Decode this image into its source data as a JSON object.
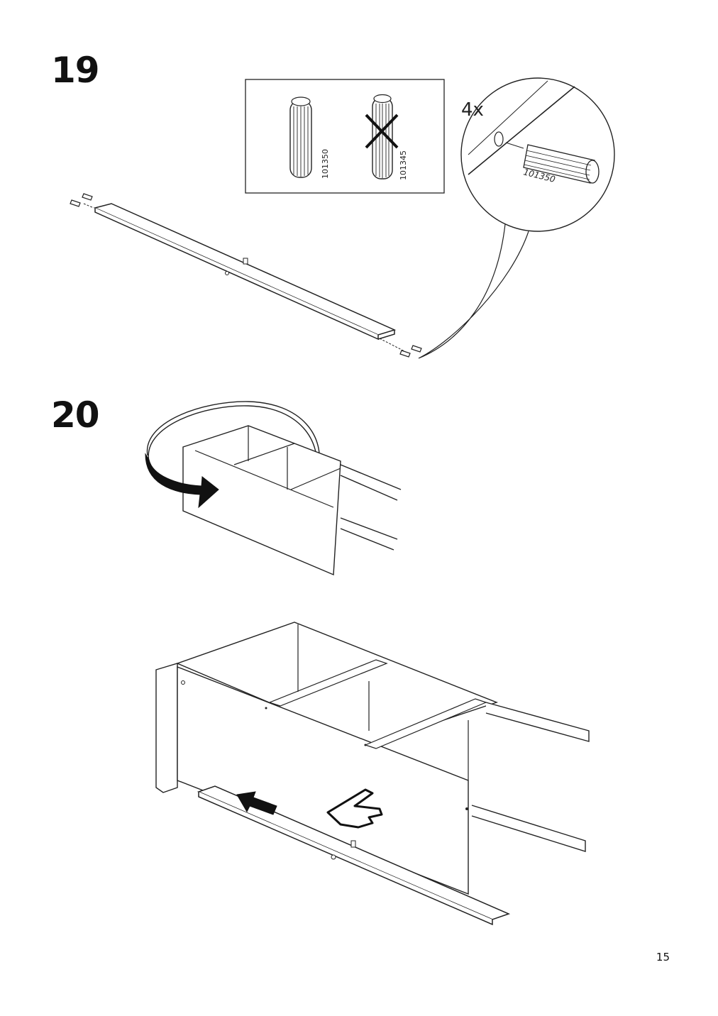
{
  "steps": [
    {
      "number": "19"
    },
    {
      "number": "20"
    }
  ],
  "dowel_box": {
    "correct_part": "101350",
    "wrong_part": "101345"
  },
  "detail_callout": {
    "quantity": "4x",
    "part_number": "101350"
  },
  "page_number": "15"
}
